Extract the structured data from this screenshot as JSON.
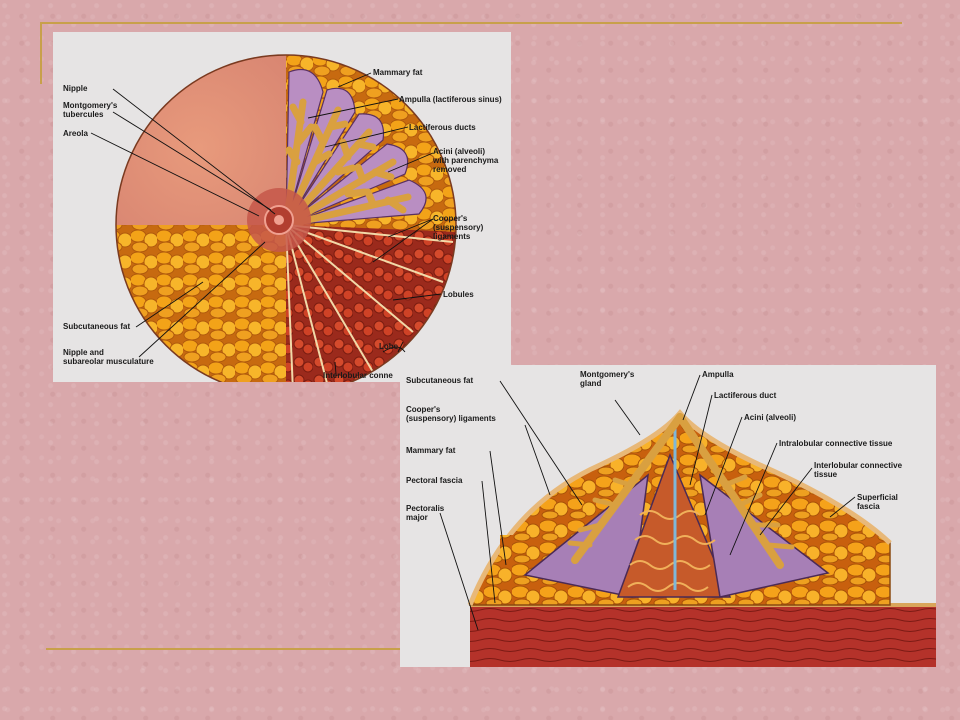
{
  "slide": {
    "background_color": "#d9a8ab",
    "rule_color": "#c8a04a"
  },
  "figure_top": {
    "labels": {
      "nipple": "Nipple",
      "montgomery_tubercules": "Montgomery's\ntubercules",
      "areola": "Areola",
      "subcutaneous_fat": "Subcutaneous fat",
      "nipple_musculature": "Nipple and\nsubareolar musculature",
      "mammary_fat": "Mammary fat",
      "ampulla": "Ampulla (lactiferous sinus)",
      "lactiferous_ducts": "Lactiferous ducts",
      "acini": "Acini (alveoli)\nwith parenchyma\nremoved",
      "coopers": "Cooper's\n(suspensory)\nligaments",
      "lobules": "Lobules",
      "lobe": "Lobe",
      "interlobular": "Interlobular conne"
    }
  },
  "figure_bottom": {
    "labels": {
      "subcutaneous_fat": "Subcutaneous fat",
      "coopers_ligaments": "Cooper's\n(suspensory) ligaments",
      "mammary_fat": "Mammary fat",
      "pectoral_fascia": "Pectoral fascia",
      "pectoralis_major": "Pectoralis\nmajor",
      "montgomery_gland": "Montgomery's\ngland",
      "ampulla": "Ampulla",
      "lactiferous_duct": "Lactiferous duct",
      "acini": "Acini (alveoli)",
      "intralobular": "Intralobular connective tissue",
      "interlobular": "Interlobular connective\ntissue",
      "superficial_fascia": "Superficial\nfascia"
    }
  }
}
